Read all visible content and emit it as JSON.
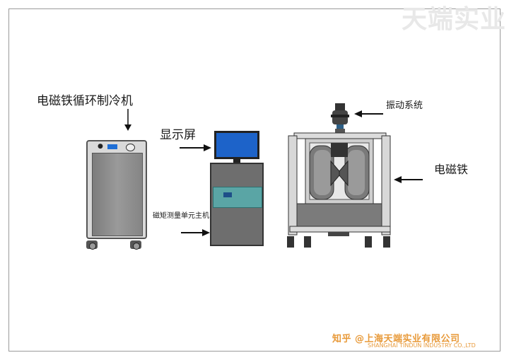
{
  "watermark": {
    "brand_text": "天端实业",
    "bottom_text": "知乎 @上海天端实业有限公司",
    "bottom_subtext": "SHANGHAI TINDUN INDUSTRY CO.,LTD"
  },
  "labels": {
    "chiller": "电磁铁循环制冷机",
    "display": "显示屏",
    "vibration_system": "振动系统",
    "electromagnet": "电磁铁",
    "measurement_host": "磁矩测量单元主机"
  }
}
